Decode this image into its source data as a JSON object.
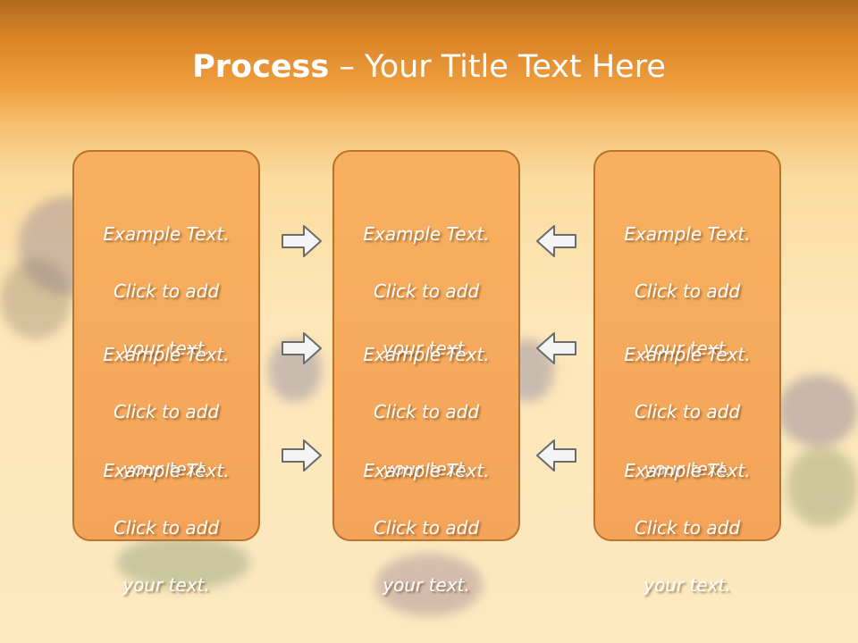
{
  "slide": {
    "title_bold": "Process",
    "title_rest": " – Your Title Text Here"
  },
  "columns": [
    {
      "blocks": [
        {
          "line1": "Example Text.",
          "line2": "Click  to add",
          "line3": "your text."
        },
        {
          "line1": "Example Text.",
          "line2": "Click  to add",
          "line3": "your text."
        },
        {
          "line1": "Example Text.",
          "line2": "Click  to add",
          "line3": "your text."
        }
      ]
    },
    {
      "blocks": [
        {
          "line1": "Example Text.",
          "line2": "Click  to add",
          "line3": "your text."
        },
        {
          "line1": "Example Text.",
          "line2": "Click  to add",
          "line3": "your text."
        },
        {
          "line1": "Example Text.",
          "line2": "Click  to add",
          "line3": "your text."
        }
      ]
    },
    {
      "blocks": [
        {
          "line1": "Example Text.",
          "line2": "Click  to add",
          "line3": "your text."
        },
        {
          "line1": "Example Text.",
          "line2": "Click  to add",
          "line3": "your text."
        },
        {
          "line1": "Example Text.",
          "line2": "Click  to add",
          "line3": "your text."
        }
      ]
    }
  ],
  "arrows": {
    "left_group": "right-arrow-icon",
    "right_group": "left-arrow-icon"
  },
  "colors": {
    "panel_fill": "#f6a95c",
    "panel_border": "#b8732e",
    "header": "#e28a2a",
    "background": "#fde6b8"
  }
}
